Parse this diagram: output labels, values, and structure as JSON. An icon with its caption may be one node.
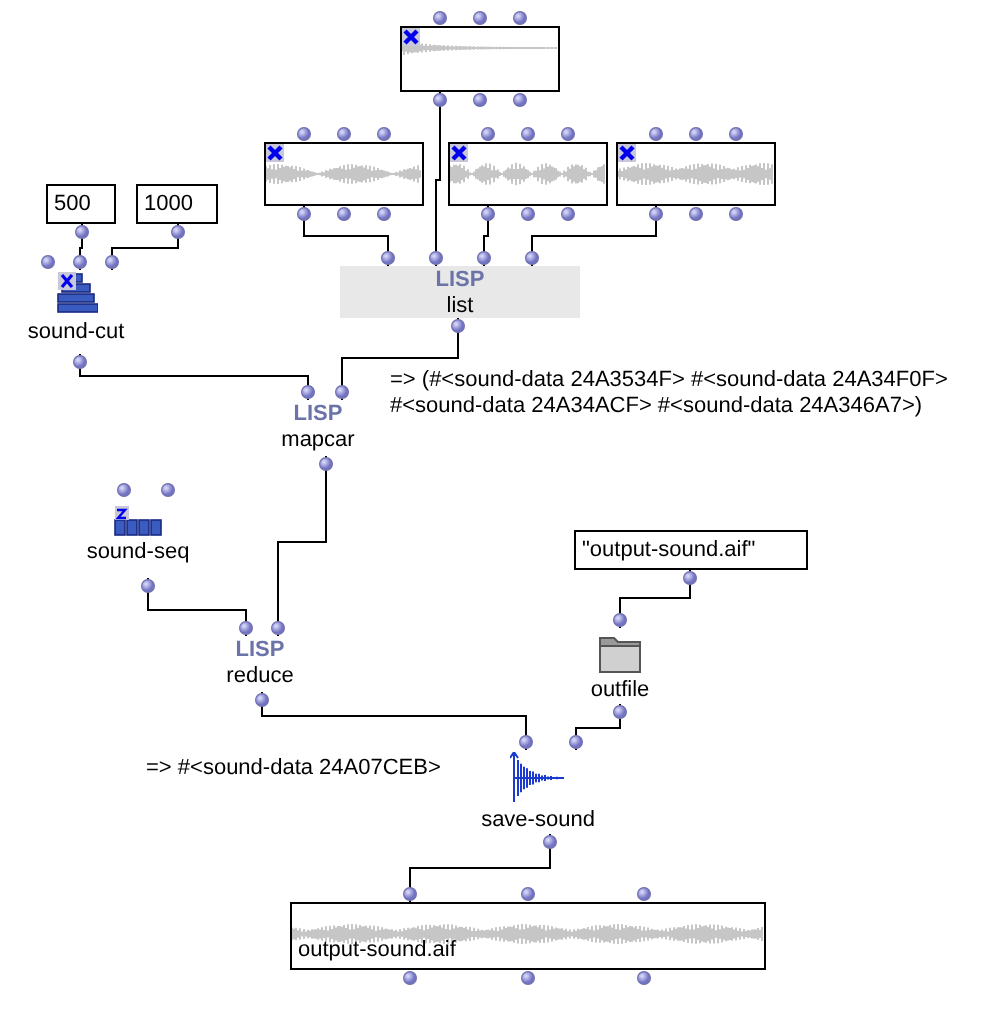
{
  "diagram": {
    "nodes": [
      {
        "text": [],
        "shape": "box"
      },
      {
        "text": [],
        "shape": "box"
      },
      {
        "text": [],
        "shape": "box"
      },
      {
        "text": [],
        "shape": "box"
      },
      {
        "text": [
          "500"
        ]
      },
      {
        "text": [
          "1000"
        ]
      },
      {
        "text": [
          "sound-cut"
        ]
      },
      {
        "text": [
          "LISP",
          "list"
        ]
      },
      {
        "text": [
          "LISP",
          "mapcar"
        ],
        "beside": [
          "=> (#<sound-data 24A3534F> #<sound-data 24A34F0F> #<sound-data 24A34ACF> #<sound-data 24A346A7>)"
        ]
      },
      {
        "text": [
          "sound-seq"
        ]
      },
      {
        "text": [
          "LISP",
          "reduce"
        ]
      },
      {
        "text": [
          "\"output-sound.aif\""
        ]
      },
      {
        "text": [
          "outfile"
        ]
      },
      {
        "text": [
          "save-sound"
        ]
      },
      {
        "text": [
          "output-sound.aif"
        ]
      }
    ],
    "edges": [
      {
        "from": 1,
        "to": 7,
        "arrow": "none"
      },
      {
        "from": 0,
        "to": 7,
        "arrow": "none"
      },
      {
        "from": 2,
        "to": 7,
        "arrow": "none"
      },
      {
        "from": 3,
        "to": 7,
        "arrow": "none"
      },
      {
        "from": 4,
        "to": 6,
        "arrow": "none"
      },
      {
        "from": 5,
        "to": 6,
        "arrow": "none"
      },
      {
        "from": 6,
        "to": 8,
        "arrow": "none"
      },
      {
        "from": 7,
        "to": 8,
        "arrow": "none"
      },
      {
        "from": 8,
        "to": 10,
        "arrow": "none"
      },
      {
        "from": 9,
        "to": 10,
        "arrow": "none"
      },
      {
        "from": 11,
        "to": 12,
        "arrow": "none"
      },
      {
        "from": 10,
        "to": 13,
        "arrow": "none"
      },
      {
        "from": 12,
        "to": 13,
        "arrow": "none"
      },
      {
        "from": 13,
        "to": 14,
        "arrow": "none"
      }
    ],
    "labels": [
      "=> #<sound-data 24A07CEB>"
    ]
  }
}
